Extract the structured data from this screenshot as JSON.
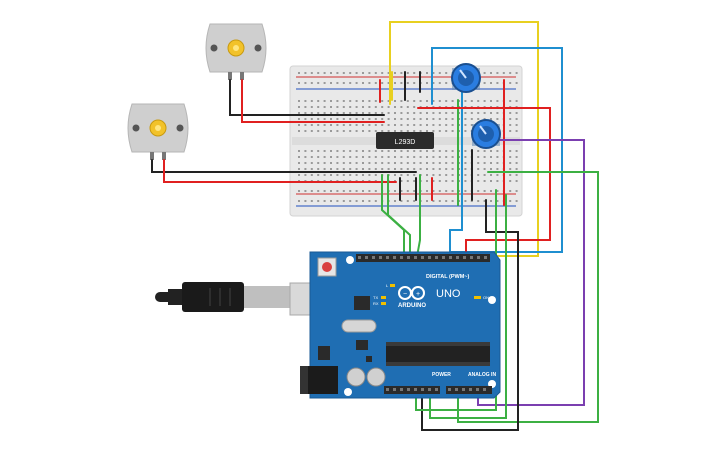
{
  "breadboard": {
    "ic_label": "L293D"
  },
  "arduino": {
    "brand_label": "ARDUINO",
    "model_label": "UNO",
    "digital_label": "DIGITAL (PWM~)",
    "power_label": "POWER",
    "analog_label": "ANALOG IN",
    "on_label": "ON",
    "l_label": "L",
    "tx_label": "TX",
    "rx_label": "RX"
  },
  "colors": {
    "wire_red": "#e02020",
    "wire_black": "#222222",
    "wire_yellow": "#e8d020",
    "wire_blue": "#1f8fd0",
    "wire_green": "#3cb043",
    "wire_purple": "#7b3fb0",
    "board_blue": "#1f6eb3",
    "breadboard": "#e9e9e9",
    "pot_blue": "#2a7de1",
    "motor_body": "#cfcfcf",
    "motor_hub": "#f2c22a"
  },
  "icons": {
    "motor_top": "dc-motor-icon",
    "motor_left": "dc-motor-icon",
    "pot_top": "potentiometer-icon",
    "pot_bottom": "potentiometer-icon",
    "reset": "reset-button-icon",
    "usb": "usb-cable-icon"
  }
}
